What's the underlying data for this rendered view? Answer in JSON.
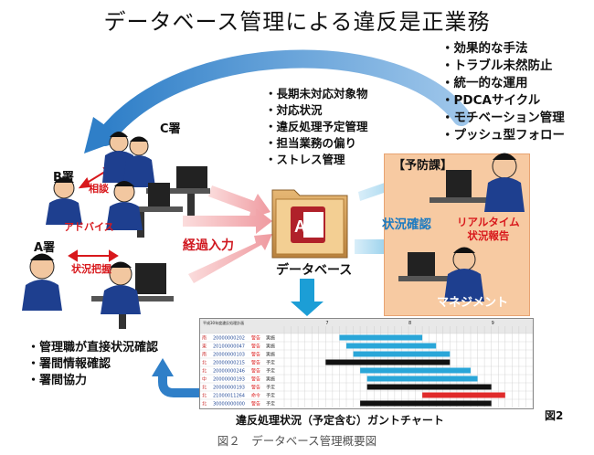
{
  "title": "データベース管理による違反是正業務",
  "effects": [
    "・効果的な手法",
    "・トラブル未然防止",
    "・統一的な運用",
    "・PDCAサイクル",
    "・モチベーション管理",
    "・プッシュ型フォロー"
  ],
  "issues": [
    "・長期未対応対象物",
    "・対応状況",
    "・違反処理予定管理",
    "・担当業務の偏り",
    "・ストレス管理"
  ],
  "offices": {
    "c": "C署",
    "b": "B署",
    "a": "A署"
  },
  "relations": {
    "consult": "相談",
    "advice": "アドバイス",
    "status_grasp": "状況把握"
  },
  "flow": {
    "elapsed_input": "経過入力",
    "database": "データベース"
  },
  "prevention": {
    "label": "【予防課】",
    "status_check": "状況確認",
    "realtime_line1": "リアルタイム",
    "realtime_line2": "状況報告",
    "management": "マネジメント"
  },
  "conclusions": [
    "・管理職が直接状況確認",
    "・署間情報確認",
    "・署間協力"
  ],
  "gantt": {
    "header_title": "平成30年度違反処理計画",
    "months": [
      "7",
      "8",
      "9"
    ],
    "rows": [
      {
        "office": "南",
        "no": "20000000202",
        "status": "警告",
        "state": "実施",
        "start": 8,
        "end": 20,
        "color": "#2aa6d8"
      },
      {
        "office": "東",
        "no": "20100000047",
        "status": "警告",
        "state": "実施",
        "start": 9,
        "end": 22,
        "color": "#2aa6d8"
      },
      {
        "office": "南",
        "no": "20000000103",
        "status": "警告",
        "state": "実施",
        "start": 10,
        "end": 24,
        "color": "#2aa6d8"
      },
      {
        "office": "北",
        "no": "20000000215",
        "status": "警告",
        "state": "予定",
        "start": 6,
        "end": 24,
        "color": "#111111"
      },
      {
        "office": "北",
        "no": "20000000246",
        "status": "警告",
        "state": "予定",
        "start": 11,
        "end": 27,
        "color": "#2aa6d8"
      },
      {
        "office": "中",
        "no": "20000000193",
        "status": "警告",
        "state": "実施",
        "start": 12,
        "end": 28,
        "color": "#2aa6d8"
      },
      {
        "office": "北",
        "no": "20000000193",
        "status": "警告",
        "state": "予定",
        "start": 12,
        "end": 30,
        "color": "#111111"
      },
      {
        "office": "北",
        "no": "21000011264",
        "status": "命令",
        "state": "予定",
        "start": 20,
        "end": 32,
        "color": "#e02a2a"
      },
      {
        "office": "北",
        "no": "30000000000",
        "status": "警告",
        "state": "予定",
        "start": 11,
        "end": 30,
        "color": "#111111"
      }
    ],
    "caption": "違反処理状況（予定含む）ガントチャート"
  },
  "figure_label": "図2",
  "figure_caption": "図２　データベース管理概要図",
  "colors": {
    "arrow_blue": "#2f7fc8",
    "arrow_pink": "#f2a7aa",
    "panel": "#f7caa2",
    "red_text": "#d8181c"
  }
}
